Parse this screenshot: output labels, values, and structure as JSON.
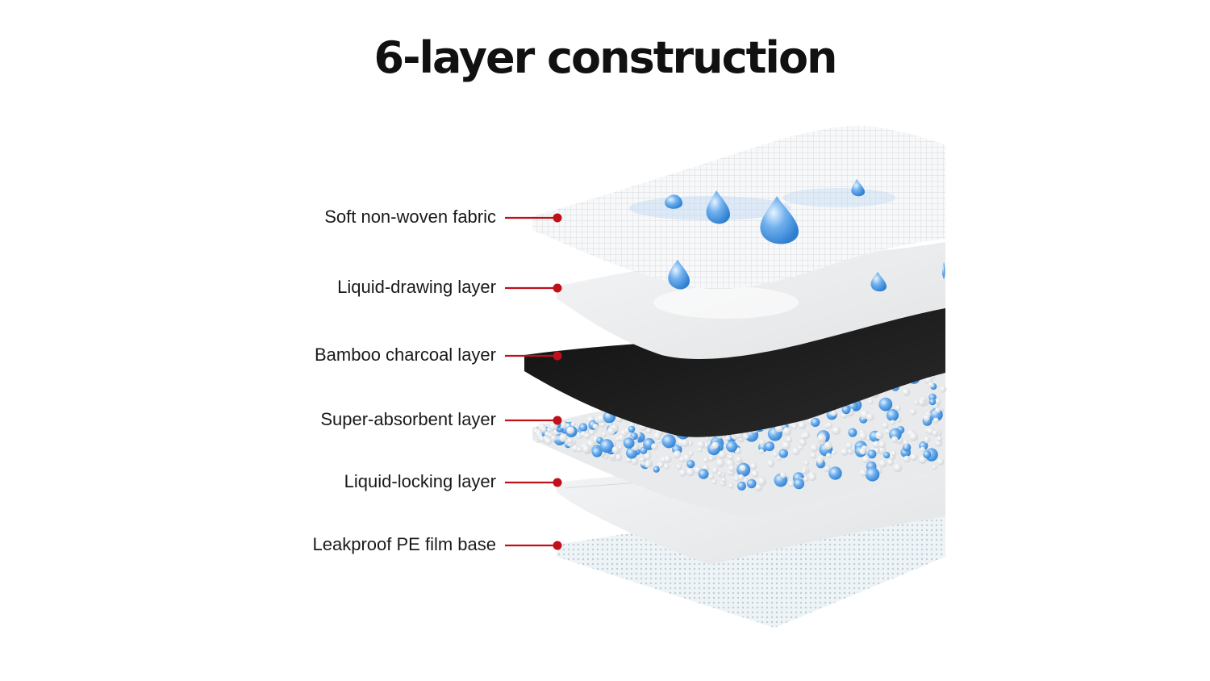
{
  "title": "6-layer construction",
  "layers": [
    {
      "label": "Soft non-woven fabric"
    },
    {
      "label": "Liquid-drawing layer"
    },
    {
      "label": "Bamboo charcoal layer"
    },
    {
      "label": "Super-absorbent layer"
    },
    {
      "label": "Liquid-locking layer"
    },
    {
      "label": "Leakproof PE film base"
    }
  ],
  "colors": {
    "pointer": "#c0101a",
    "water": "#4a9be0",
    "charcoal": "#1c1c1c",
    "fabric": "#f4f5f6"
  }
}
